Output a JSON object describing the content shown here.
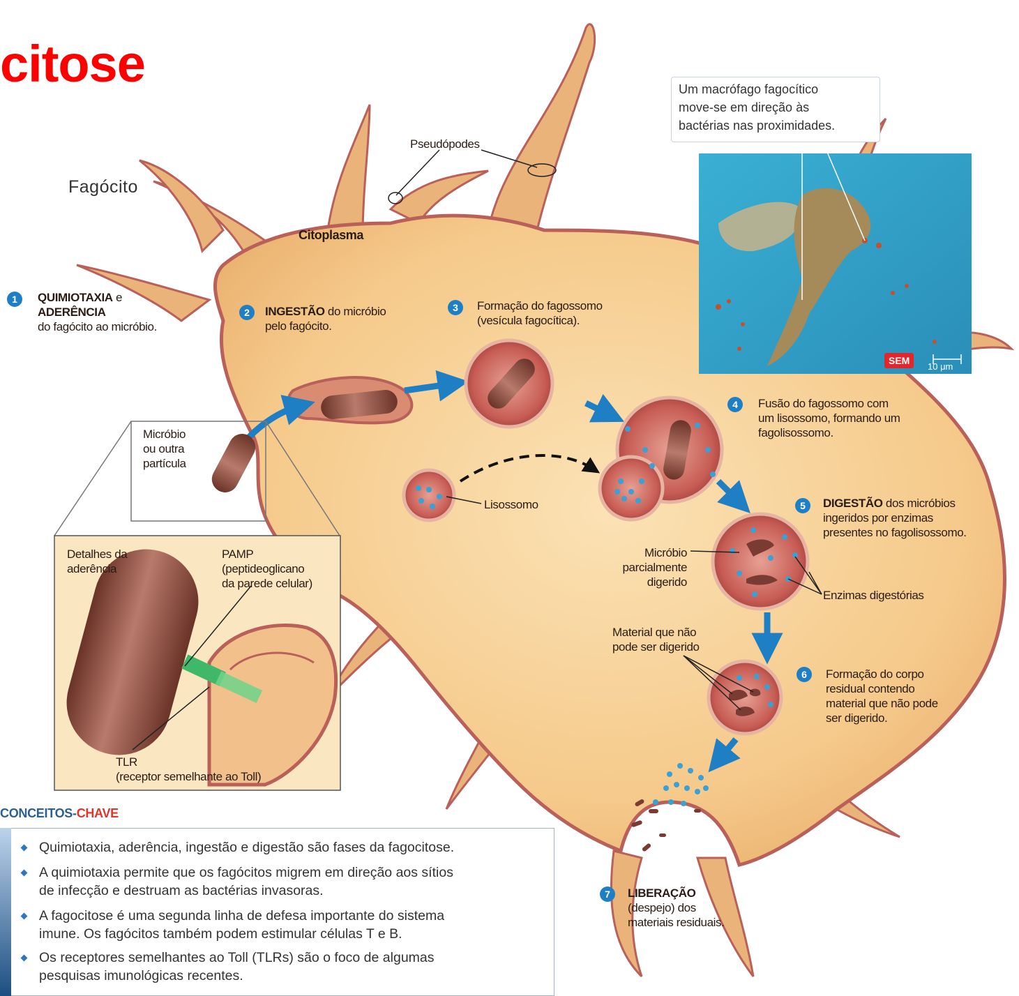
{
  "title": "citose",
  "cell_label": "Fagócito",
  "cytoplasm_label": "Citoplasma",
  "pseudopods_label": "Pseudópodes",
  "callout": {
    "lines": [
      "Um macrófago fagocítico",
      "move-se em direção às",
      "bactérias nas proximidades."
    ]
  },
  "micrograph": {
    "badge": "SEM",
    "scale": "10 μm"
  },
  "steps": [
    {
      "number": "1",
      "bold1": "QUIMIOTAXIA",
      "text1": " e",
      "bold2": "ADERÊNCIA",
      "text2": "do fagócito ao micróbio."
    },
    {
      "number": "2",
      "bold1": "INGESTÃO",
      "text1": " do micróbio",
      "text2": "pelo fagócito."
    },
    {
      "number": "3",
      "text1": "Formação do fagossomo",
      "text2": "(vesícula fagocítica)."
    },
    {
      "number": "4",
      "text1": "Fusão do fagossomo com",
      "text2": "um lisossomo, formando um",
      "text3": "fagolisossomo."
    },
    {
      "number": "5",
      "bold1": "DIGESTÃO",
      "text1": " dos micróbios",
      "text2": "ingeridos por enzimas",
      "text3": "presentes no fagolisossomo."
    },
    {
      "number": "6",
      "text1": "Formação do corpo",
      "text2": "residual contendo",
      "text3": "material que não pode",
      "text4": "ser digerido."
    },
    {
      "number": "7",
      "bold1": "LIBERAÇÃO",
      "text2": "(despejo) dos",
      "text3": "materiais residuais."
    }
  ],
  "labels": {
    "microbe": [
      "Micróbio",
      "ou outra",
      "partícula"
    ],
    "lysosome": "Lisossomo",
    "partially_digested": [
      "Micróbio",
      "parcialmente",
      "digerido"
    ],
    "enzymes": "Enzimas digestórias",
    "undigestible": [
      "Material que não",
      "pode ser digerido"
    ],
    "detail": [
      "Detalhes da",
      "aderência"
    ],
    "pamp": [
      "PAMP",
      "(peptideoglicano",
      "da parede celular)"
    ],
    "tlr": [
      "TLR",
      "(receptor semelhante ao Toll)"
    ]
  },
  "concepts": {
    "heading_a": "CONCEITOS-",
    "heading_b": "CHAVE",
    "items": [
      [
        "Quimiotaxia, aderência, ingestão e digestão são fases da fagocitose."
      ],
      [
        "A quimiotaxia permite que os fagócitos migrem em direção aos sítios",
        "de infecção e destruam as bactérias invasoras."
      ],
      [
        "A fagocitose é uma segunda linha de defesa importante do sistema",
        "imune. Os fagócitos também podem estimular células T e B."
      ],
      [
        "Os receptores semelhantes ao Toll (TLRs) são o foco de algumas",
        "pesquisas imunológicas recentes."
      ]
    ]
  },
  "colors": {
    "title": "#ff0000",
    "cell_fill": "#f5c98a",
    "membrane": "#b9605a",
    "arrow": "#1e7fc4",
    "vesicle": "#c45b55",
    "bacterium": "#8c4a3e",
    "micrograph_bg": "#3aa3c8"
  }
}
